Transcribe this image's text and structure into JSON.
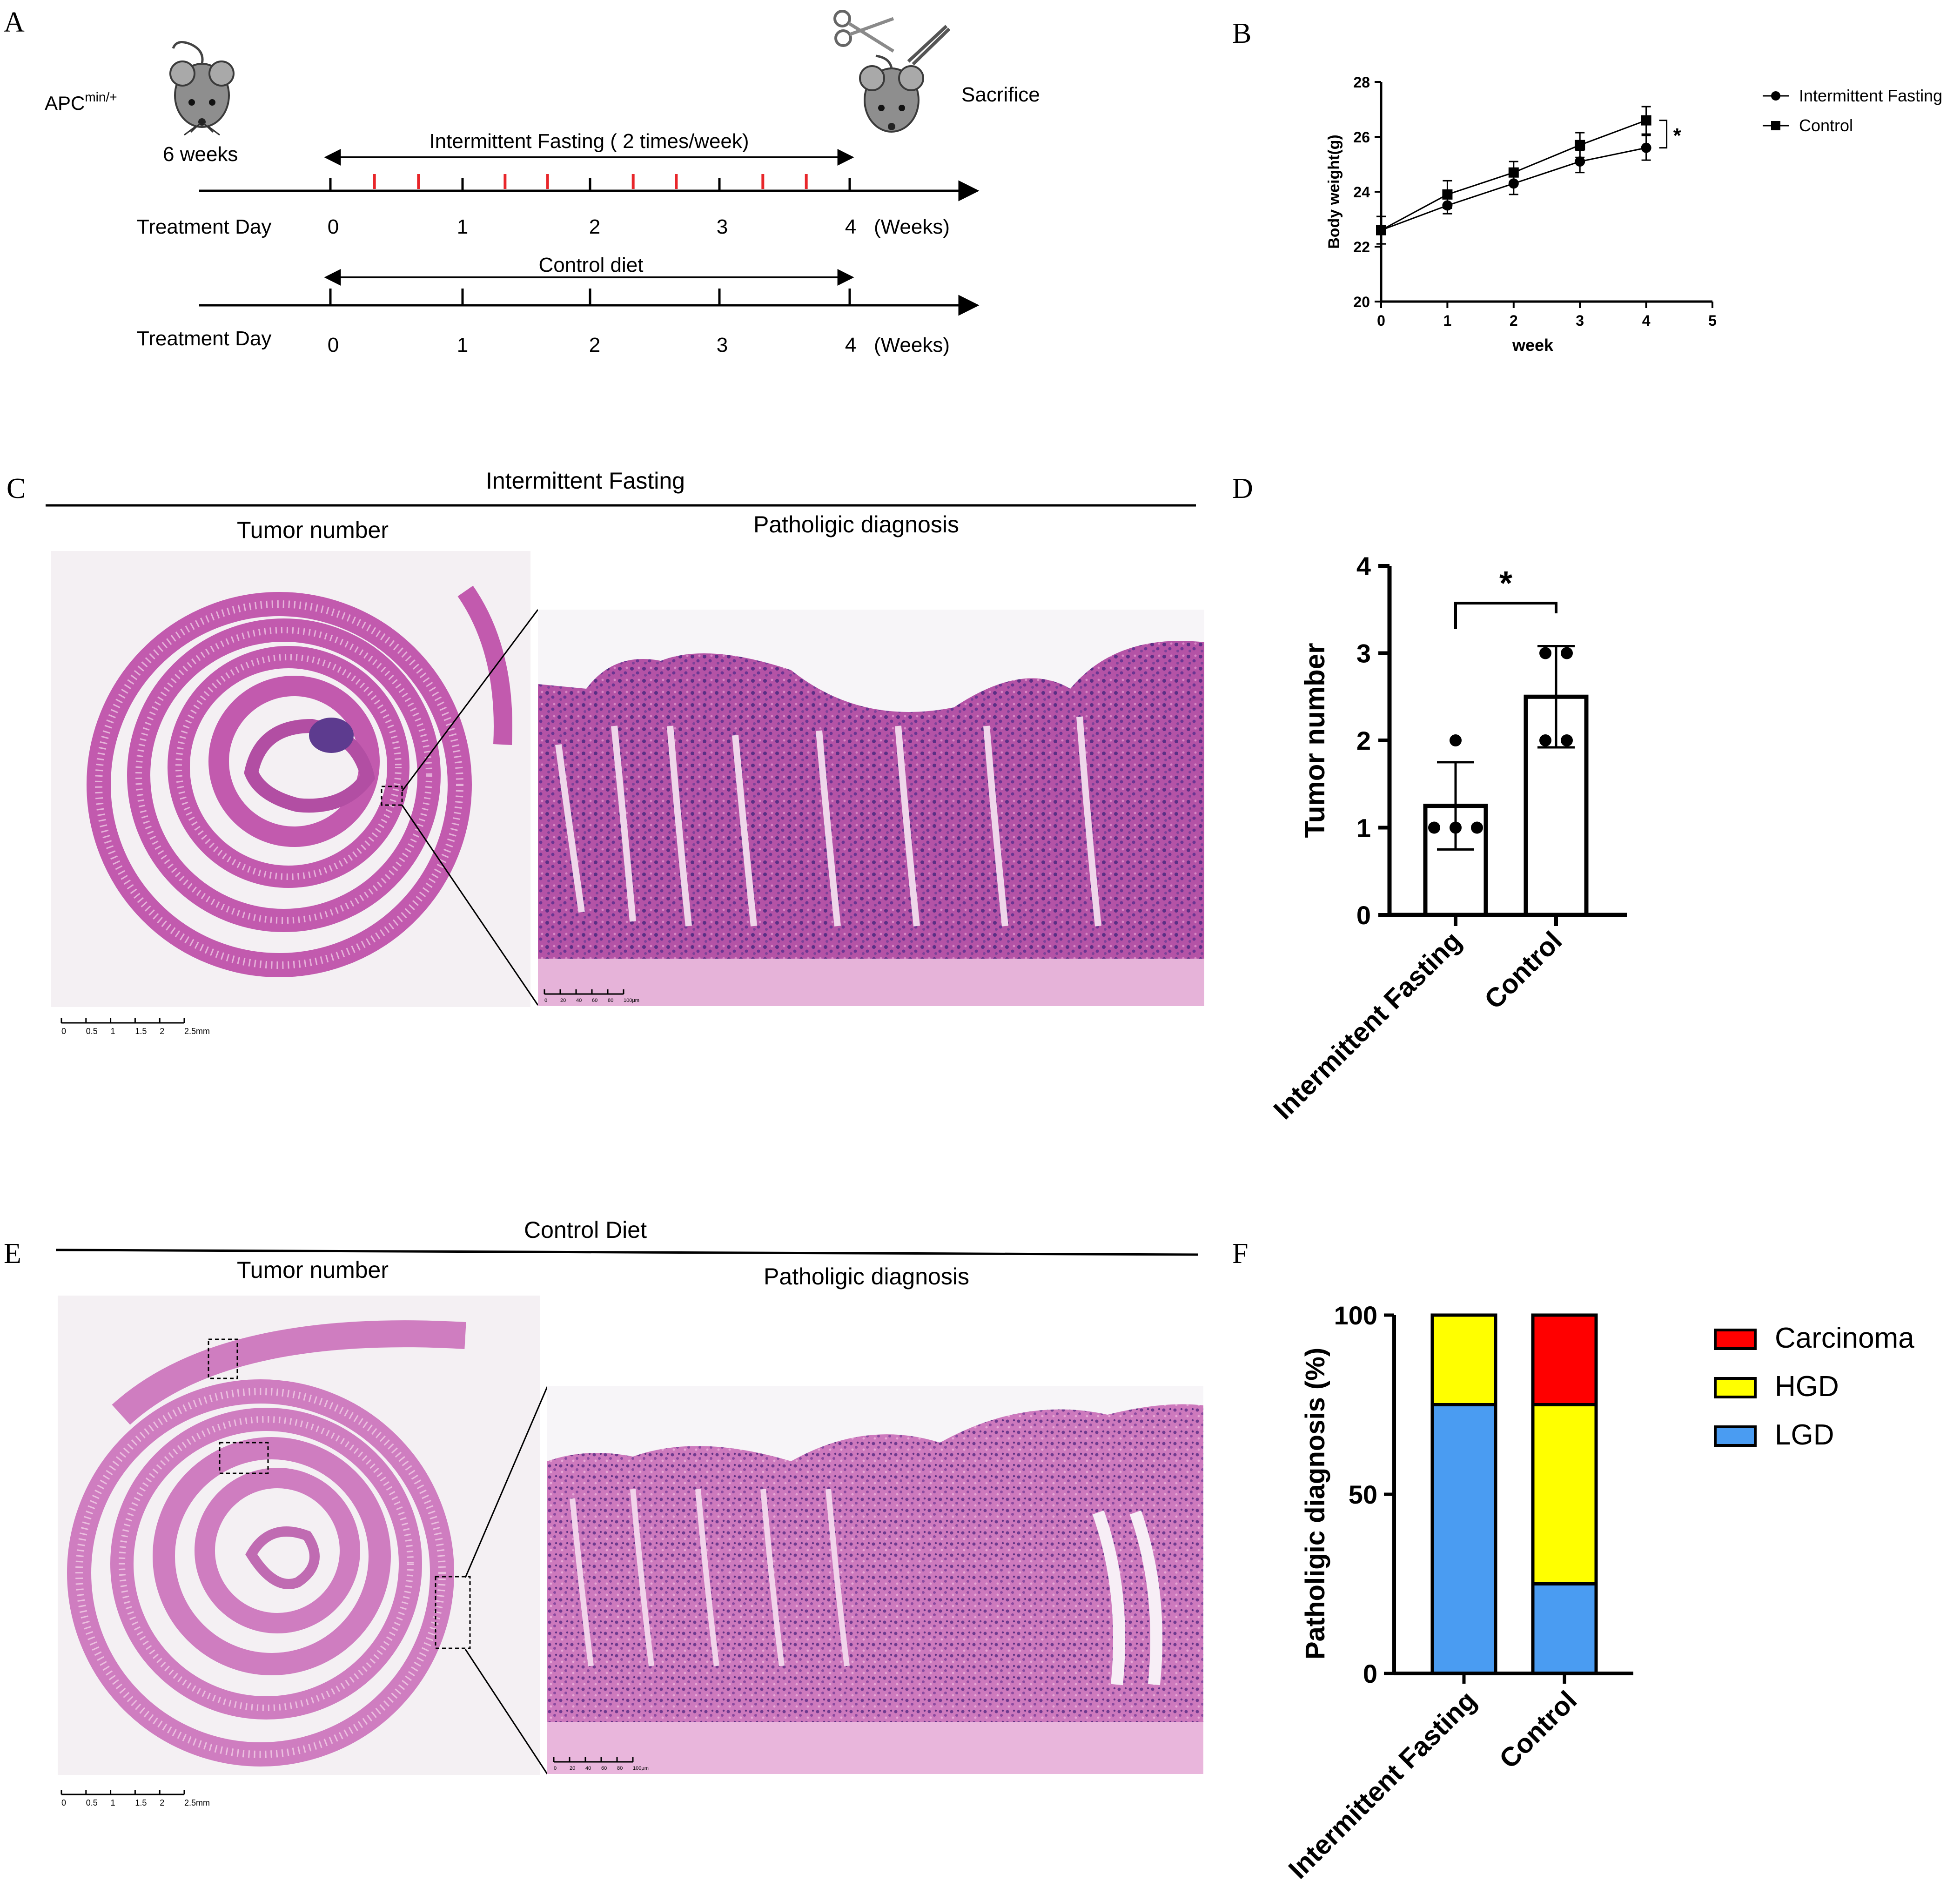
{
  "panel_labels": {
    "a": "A",
    "b": "B",
    "c": "C",
    "d": "D",
    "e": "E",
    "f": "F"
  },
  "panel_a": {
    "strain": "APC",
    "strain_superscript": "min/+",
    "age": "6 weeks",
    "endpoint": "Sacrifice",
    "timeline_if": {
      "label": "Intermittent Fasting  ( 2 times/week)",
      "axis_label": "Treatment Day",
      "ticks": [
        "0",
        "1",
        "2",
        "3",
        "4"
      ],
      "unit": "(Weeks)",
      "fasting_marks_per_week": 2,
      "fasting_mark_color": "#e8262a"
    },
    "timeline_control": {
      "label": "Control diet",
      "axis_label": "Treatment Day",
      "ticks": [
        "0",
        "1",
        "2",
        "3",
        "4"
      ],
      "unit": "(Weeks)"
    }
  },
  "panel_c": {
    "header": "Intermittent Fasting",
    "left_title": "Tumor number",
    "right_title": "Patholigic diagnosis",
    "scale_ticks": [
      "0",
      "0.5",
      "1",
      "1.5",
      "2",
      "2.5mm"
    ],
    "zoom_scale_ticks": [
      "0",
      "20",
      "40",
      "60",
      "80",
      "100μm"
    ]
  },
  "panel_e": {
    "header": "Control Diet",
    "left_title": "Tumor number",
    "right_title": "Patholigic diagnosis",
    "scale_ticks": [
      "0",
      "0.5",
      "1",
      "1.5",
      "2",
      "2.5mm"
    ],
    "zoom_scale_ticks": [
      "0",
      "20",
      "40",
      "60",
      "80",
      "100μm"
    ]
  },
  "colors": {
    "tissue": "#c65fb0",
    "tissue_light": "#e2a4d3",
    "tissue_dark": "#7c3d8f",
    "background_slide": "#f5f1f4"
  },
  "chart_data": [
    {
      "id": "B",
      "type": "line",
      "xlabel": "week",
      "ylabel": "Body weight(g)",
      "xlim": [
        0,
        5
      ],
      "ylim": [
        20,
        28
      ],
      "xticks": [
        "0",
        "1",
        "2",
        "3",
        "4",
        "5"
      ],
      "yticks": [
        "20",
        "22",
        "24",
        "26",
        "28"
      ],
      "x": [
        0,
        1,
        2,
        3,
        4
      ],
      "series": [
        {
          "name": "Intermittent Fasting",
          "marker": "circle",
          "values": [
            22.6,
            23.5,
            24.3,
            25.1,
            25.6
          ],
          "err": [
            0.5,
            0.3,
            0.4,
            0.4,
            0.45
          ]
        },
        {
          "name": "Control",
          "marker": "square",
          "values": [
            22.6,
            23.9,
            24.7,
            25.7,
            26.6
          ],
          "err": [
            0.5,
            0.5,
            0.4,
            0.45,
            0.5
          ]
        }
      ],
      "significance": "*",
      "legend": "top-right"
    },
    {
      "id": "D",
      "type": "bar",
      "ylabel": "Tumor number",
      "ylim": [
        0,
        4
      ],
      "yticks": [
        "0",
        "1",
        "2",
        "3",
        "4"
      ],
      "categories": [
        "Intermittent Fasting",
        "Control"
      ],
      "values": [
        1.25,
        2.5
      ],
      "err": [
        0.5,
        0.58
      ],
      "points": [
        [
          1,
          1,
          1,
          2
        ],
        [
          2,
          2,
          3,
          3
        ]
      ],
      "significance": "*"
    },
    {
      "id": "F",
      "type": "bar",
      "stacked": true,
      "ylabel": "Patholigic diagnosis (%)",
      "ylim": [
        0,
        100
      ],
      "yticks": [
        "0",
        "50",
        "100"
      ],
      "categories": [
        "Intermittent Fasting",
        "Control"
      ],
      "series": [
        {
          "name": "LGD",
          "color": "#4a9cf2",
          "values": [
            75,
            25
          ]
        },
        {
          "name": "HGD",
          "color": "#ffff00",
          "values": [
            25,
            50
          ]
        },
        {
          "name": "Carcinoma",
          "color": "#ff0000",
          "values": [
            0,
            25
          ]
        }
      ],
      "legend_order": [
        "Carcinoma",
        "HGD",
        "LGD"
      ],
      "legend": "right"
    }
  ]
}
